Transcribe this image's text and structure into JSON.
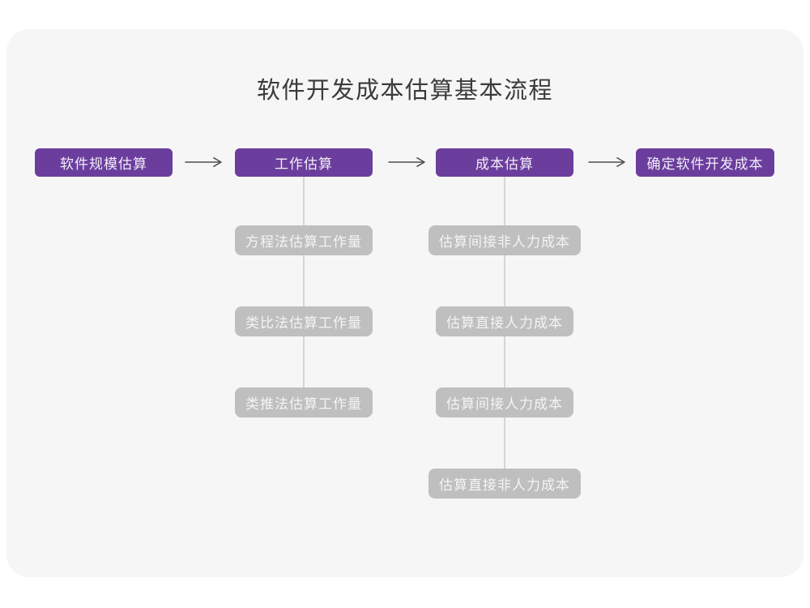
{
  "title": "软件开发成本估算基本流程",
  "colors": {
    "page_bg": "#ffffff",
    "card_bg": "#f6f6f7",
    "title_text": "#3b3b3b",
    "stage_fill": "#6b3e9d",
    "stage_text": "#f2edf8",
    "substep_fill": "#bfbfbf",
    "substep_text": "#f4f4f4",
    "connector_line": "#d5d5d5",
    "arrow": "#4d4d4d"
  },
  "icons": {
    "arrow_right": "arrow-right-icon"
  },
  "flow": {
    "stages": [
      {
        "label": "软件规模估算",
        "substeps": []
      },
      {
        "label": "工作估算",
        "substeps": [
          "方程法估算工作量",
          "类比法估算工作量",
          "类推法估算工作量"
        ]
      },
      {
        "label": "成本估算",
        "substeps": [
          "估算间接非人力成本",
          "估算直接人力成本",
          "估算间接人力成本",
          "估算直接非人力成本"
        ]
      },
      {
        "label": "确定软件开发成本",
        "substeps": []
      }
    ]
  }
}
